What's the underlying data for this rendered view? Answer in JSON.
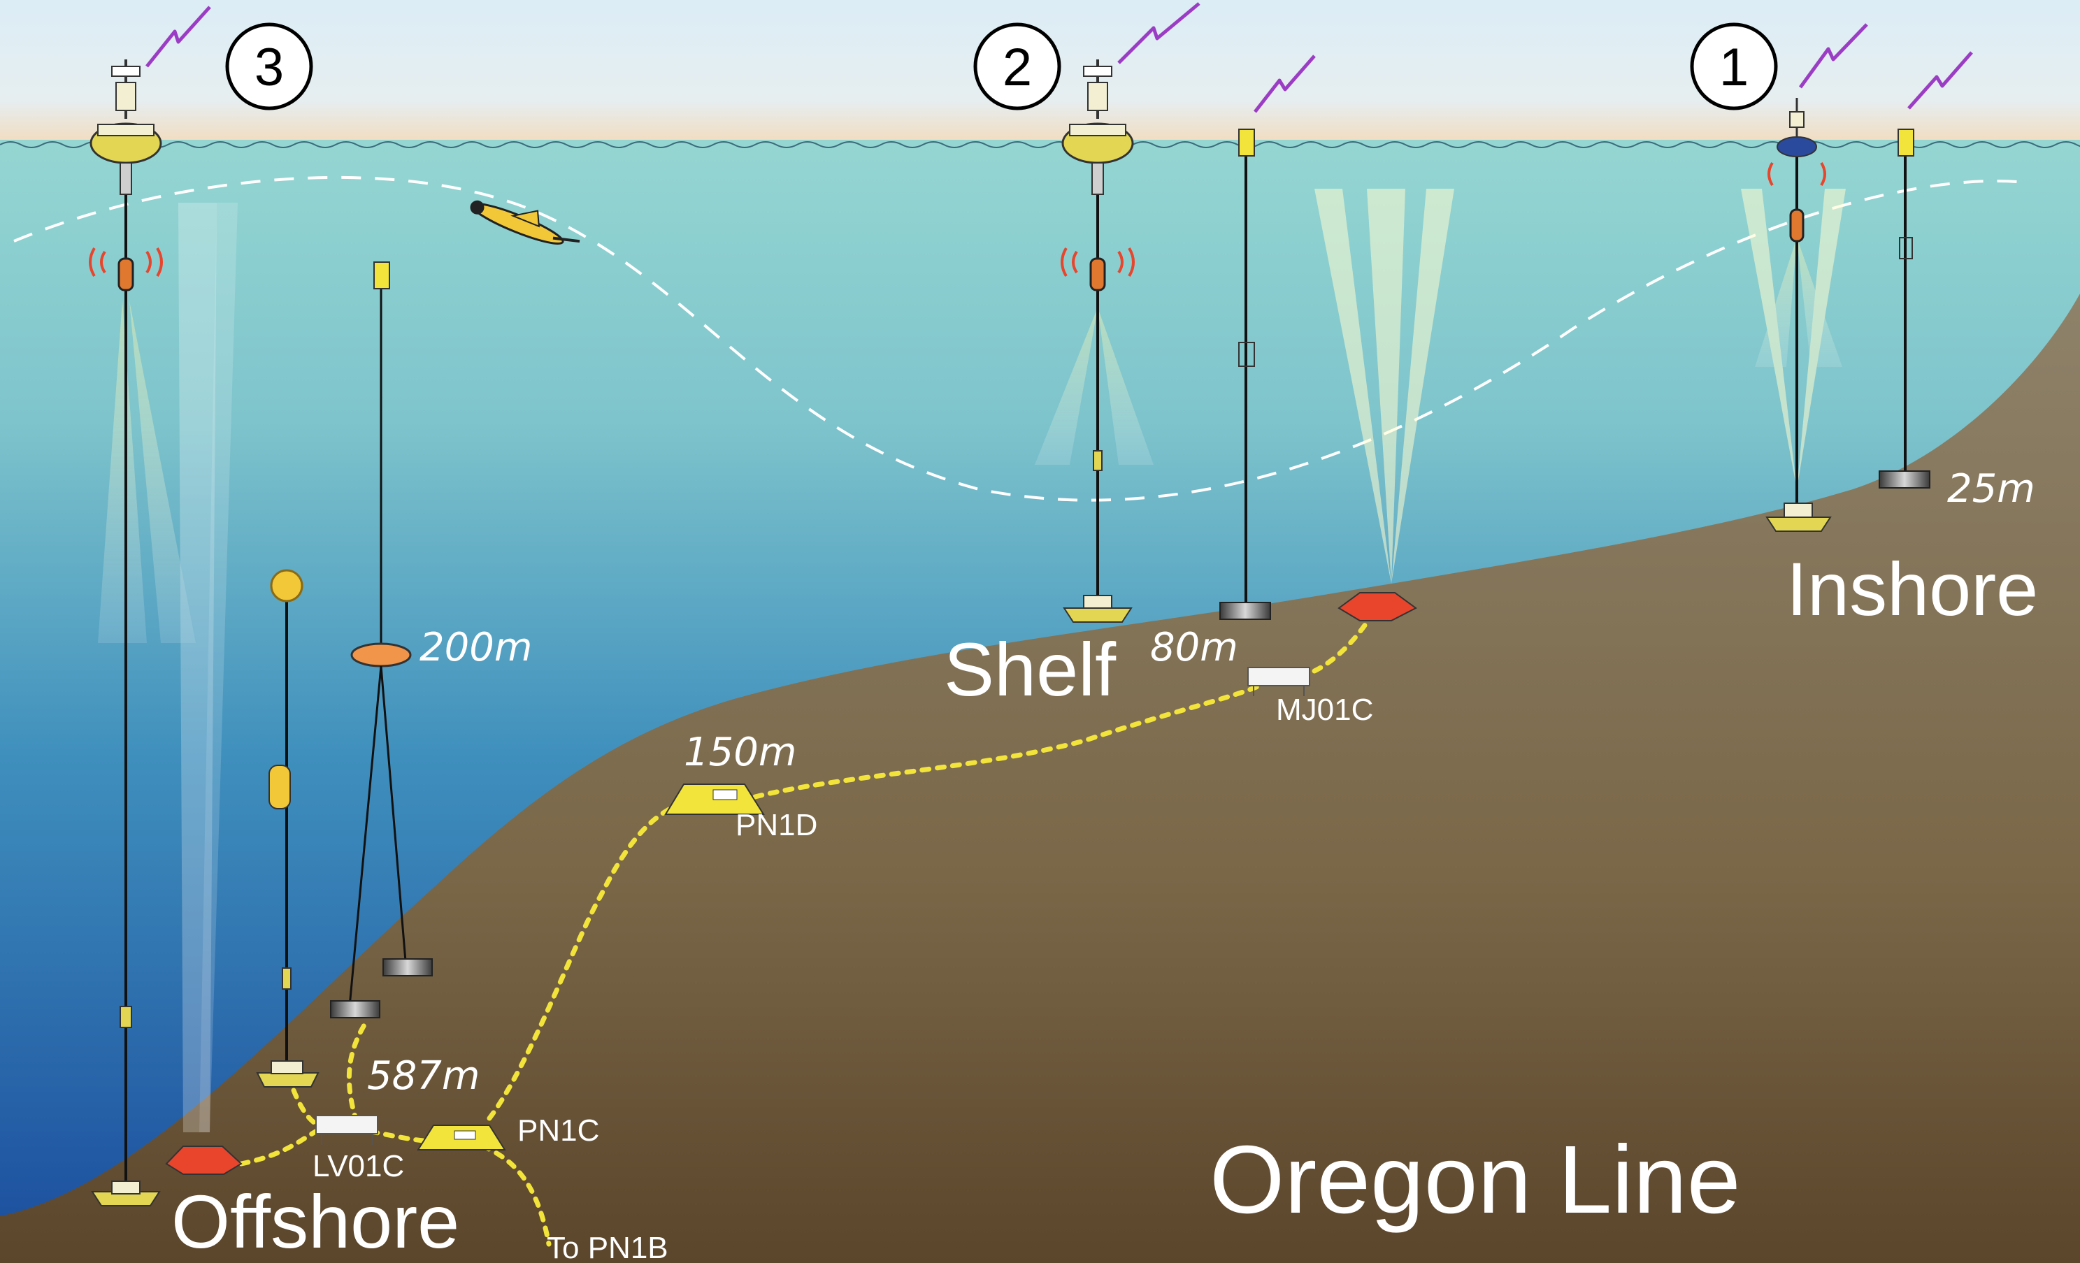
{
  "title": "Oregon Line",
  "regions": {
    "offshore": "Offshore",
    "shelf": "Shelf",
    "inshore": "Inshore"
  },
  "site_numbers": [
    "3",
    "2",
    "1"
  ],
  "depths": {
    "offshore_mid": "587m",
    "offshore_profiler": "200m",
    "shelf_slope": "150m",
    "shelf": "80m",
    "inshore": "25m"
  },
  "nodes": {
    "lv01c": "LV01C",
    "pn1c": "PN1C",
    "pn1d": "PN1D",
    "mj01c": "MJ01C",
    "to_pn1b": "To PN1B"
  },
  "colors": {
    "sky_top": "#ddeef7",
    "sea_surface": "#8fd3d3",
    "sea_deep": "#1d4f9e",
    "seafloor_top": "#8c7f63",
    "seafloor_bottom": "#5e4a2e",
    "cable": "#f2e43a",
    "buoy": "#e2d652",
    "anchor_red": "#e8452c",
    "telemetry": "#9b3dc4"
  },
  "icons": [
    "telemetry-bolt-icon",
    "surface-buoy-icon",
    "glider-icon",
    "sonar-beam-icon",
    "seafloor-node-icon",
    "anchor-weight-icon"
  ]
}
